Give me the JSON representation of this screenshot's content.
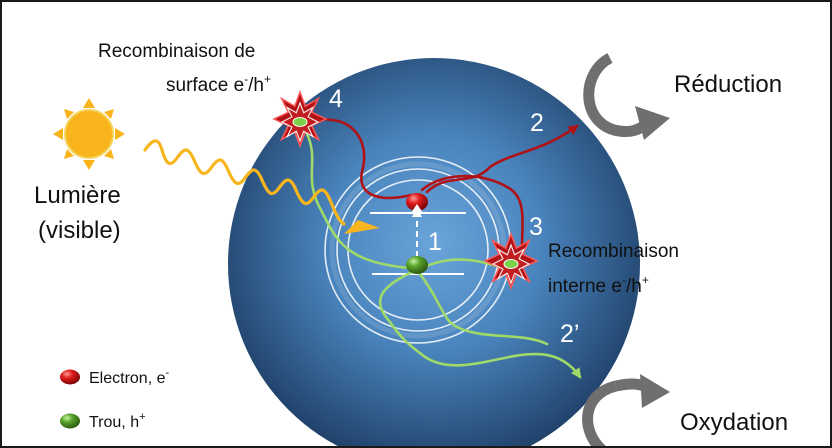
{
  "labels": {
    "surface_recomb_line1": "Recombinaison de",
    "surface_recomb_line2_prefix": "surface e",
    "surface_recomb_sup1": "-",
    "surface_recomb_mid": "/h",
    "surface_recomb_sup2": "+",
    "internal_recomb_line1": "Recombinaison",
    "internal_recomb_line2_prefix": "interne e",
    "internal_recomb_sup1": "-",
    "internal_recomb_mid": "/h",
    "internal_recomb_sup2": "+",
    "light_line1": "Lumière",
    "light_line2": "(visible)",
    "reduction": "Réduction",
    "oxidation": "Oxydation"
  },
  "step_numbers": {
    "excitation": "1",
    "reduction_path": "2",
    "oxidation_path": "2’",
    "internal_recomb": "3",
    "surface_recomb": "4"
  },
  "legend": {
    "electron_prefix": "Electron, e",
    "electron_sup": "-",
    "hole_prefix": "Trou, h",
    "hole_sup": "+"
  },
  "colors": {
    "sphere_center": "#5e9ad3",
    "sphere_edge": "#1b3a60",
    "electron": "#d11111",
    "hole": "#5aa32c",
    "electron_path": "#b01216",
    "hole_path": "#9fd96a",
    "light_wave": "#f7b51e",
    "sun": "#f9b41b",
    "cycle_arrow": "#6f6f6f"
  }
}
